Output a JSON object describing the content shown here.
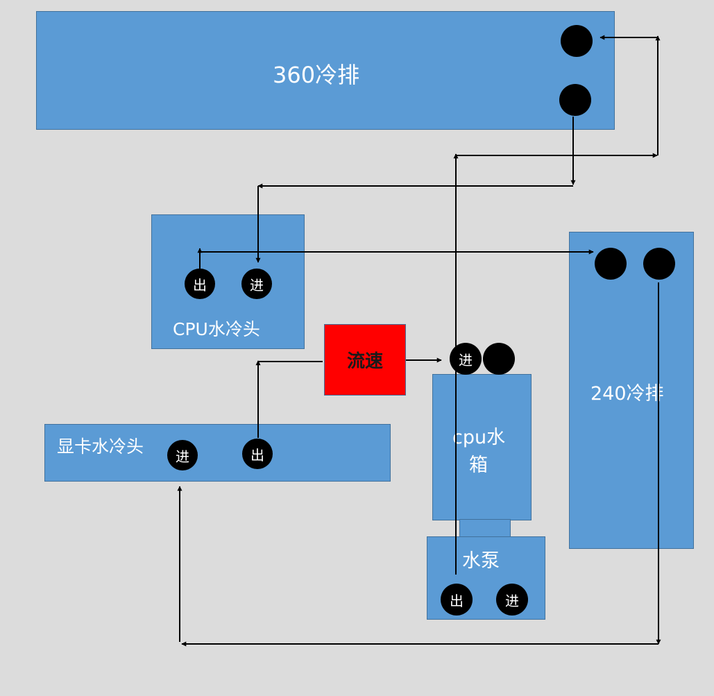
{
  "radiator_360": {
    "label": "360冷排"
  },
  "radiator_240": {
    "label": "240冷排"
  },
  "cpu_block": {
    "label": "CPU水冷头",
    "port_out": "出",
    "port_in": "进"
  },
  "gpu_block": {
    "label": "显卡水冷头",
    "port_in": "进",
    "port_out": "出"
  },
  "flow_meter": {
    "label": "流速"
  },
  "reservoir": {
    "label_line1": "cpu水",
    "label_line2": "箱",
    "port_in": "进"
  },
  "pump": {
    "label": "水泵",
    "port_out": "出",
    "port_in": "进"
  },
  "colors": {
    "block": "#5b9bd5",
    "block_border": "#41719c",
    "flow_meter": "#ff0000",
    "port": "#000000",
    "background": "#dcdcdc"
  }
}
